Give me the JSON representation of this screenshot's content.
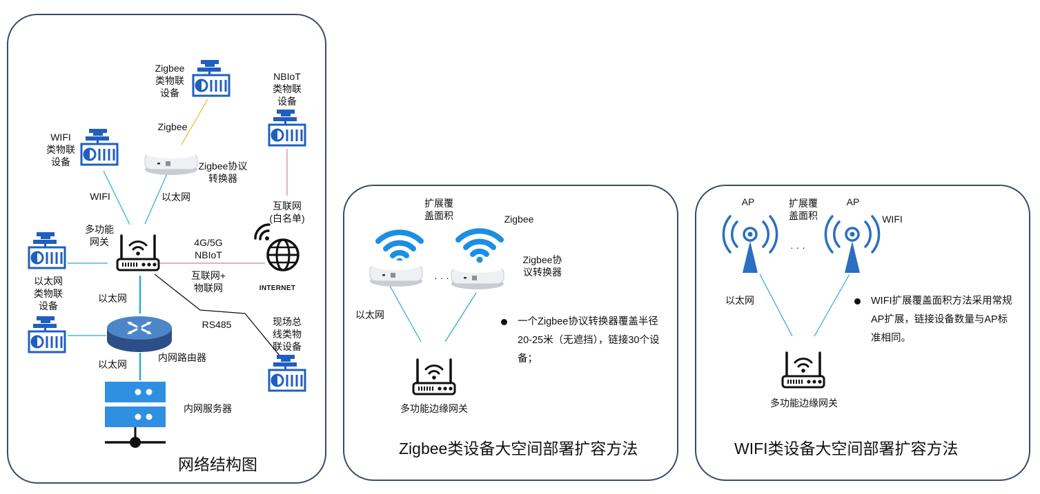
{
  "panels": {
    "left": {
      "title": "网络结构图",
      "labels": {
        "zigbee_device": "Zigbee\n类物联\n设备",
        "nbiot_device": "NBIoT\n类物联\n设备",
        "wifi_device": "WIFI\n类物联\n设备",
        "zigbee_link": "Zigbee",
        "zigbee_converter": "Zigbee协议\n转换器",
        "wifi_link": "WIFI",
        "ethernet_link_converter": "以太网",
        "internet_whitelist": "互联网\n(白名单)",
        "gateway": "多功能\n网关",
        "link_4g5g": "4G/5G\nNBIoT",
        "link_internet_iot": "互联网+\n物联网",
        "internet_badge": "INTERNET",
        "ethernet_device": "以太网\n类物联\n设备",
        "ethernet_link_router_top": "以太网",
        "rs485": "RS485",
        "fieldbus_device": "现场总\n线类物\n联设备",
        "router": "内网路由器",
        "ethernet_link_router_bottom": "以太网",
        "server": "内网服务器"
      }
    },
    "middle": {
      "title": "Zigbee类设备大空间部署扩容方法",
      "labels": {
        "coverage": "扩展覆\n盖面积",
        "zigbee": "Zigbee",
        "converter": "Zigbee协\n议转换器",
        "ellipsis": "· · ·",
        "ethernet": "以太网",
        "gateway": "多功能边缘网关"
      },
      "bullet": "一个Zigbee协议转换器覆盖半径20-25米（无遮挡），链接30个设备；"
    },
    "right": {
      "title": "WIFI类设备大空间部署扩容方法",
      "labels": {
        "ap_left": "AP",
        "coverage": "扩展覆\n盖面积",
        "ap_right": "AP",
        "wifi": "WIFI",
        "ellipsis": "· · ·",
        "ethernet": "以太网",
        "gateway": "多功能边缘网关"
      },
      "bullet": "WIFI扩展覆盖面积方法采用常规AP扩展，链接设备数量与AP标准相同。"
    }
  },
  "colors": {
    "panel_border": "#3a4a66",
    "device_blue": "#1f5fbf",
    "wifi_blue": "#1a8fe3",
    "link_teal": "#2aa8d8",
    "link_pink": "#e07a9a",
    "link_yellow": "#e8b820",
    "link_black": "#111111",
    "router_blue": "#3a6fb0",
    "server_blue": "#2f8fe0"
  },
  "icons": [
    "iot-device-icon",
    "zigbee-converter-icon",
    "multi-gateway-icon",
    "internet-globe-icon",
    "router-icon",
    "server-icon",
    "wifi-signal-icon",
    "ap-antenna-icon"
  ]
}
